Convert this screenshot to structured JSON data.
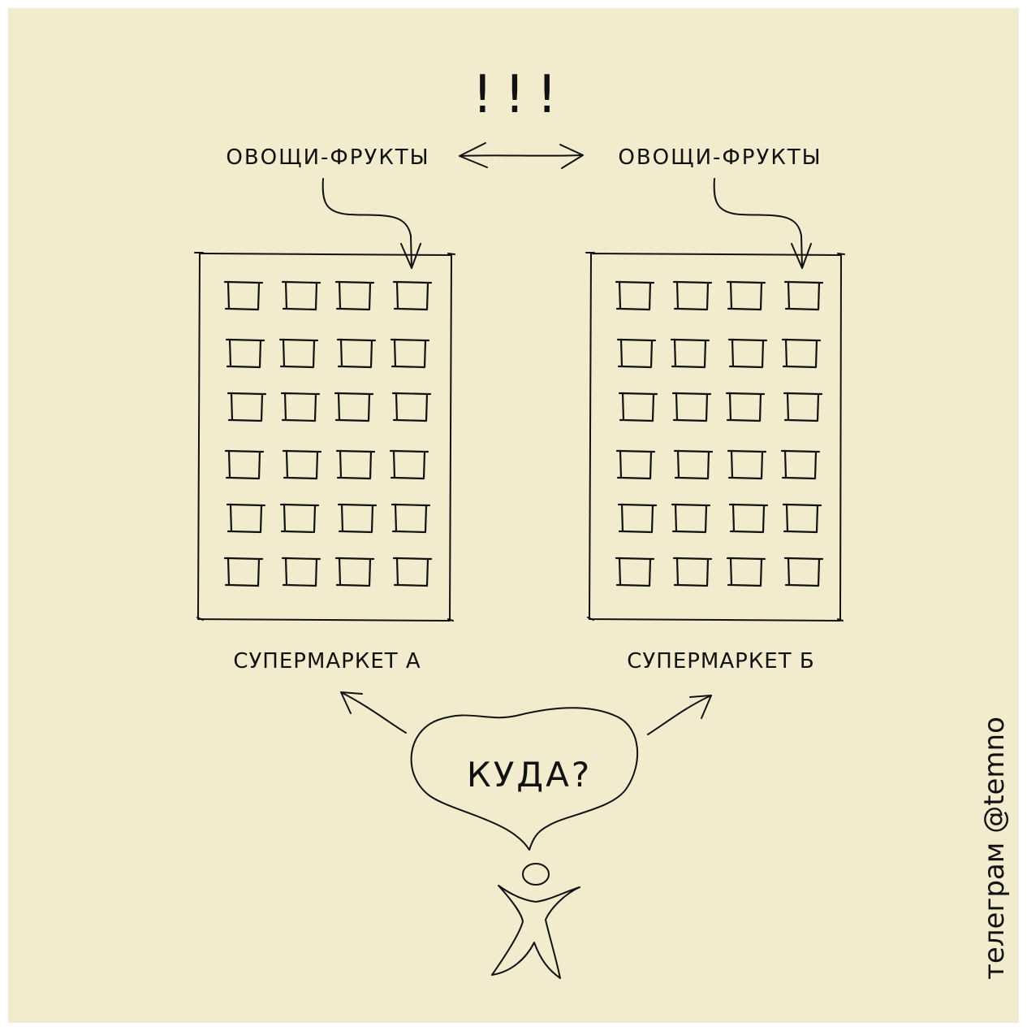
{
  "colors": {
    "paper": "#f2ebcd",
    "ink": "#111111",
    "frame": "#ffffff"
  },
  "exclaim": "!!!",
  "store_left": {
    "section_label": "ОВОЩИ-ФРУКТЫ",
    "name": "СУПЕРМАРКЕТ А",
    "grid": {
      "rows": 6,
      "cols": 4,
      "highlighted_cell": {
        "row": 1,
        "col": 4
      }
    }
  },
  "store_right": {
    "section_label": "ОВОЩИ-ФРУКТЫ",
    "name": "СУПЕРМАРКЕТ Б",
    "grid": {
      "rows": 6,
      "cols": 4,
      "highlighted_cell": {
        "row": 1,
        "col": 4
      }
    }
  },
  "thought_bubble": "КУДА?",
  "credit": "телеграм @temno"
}
